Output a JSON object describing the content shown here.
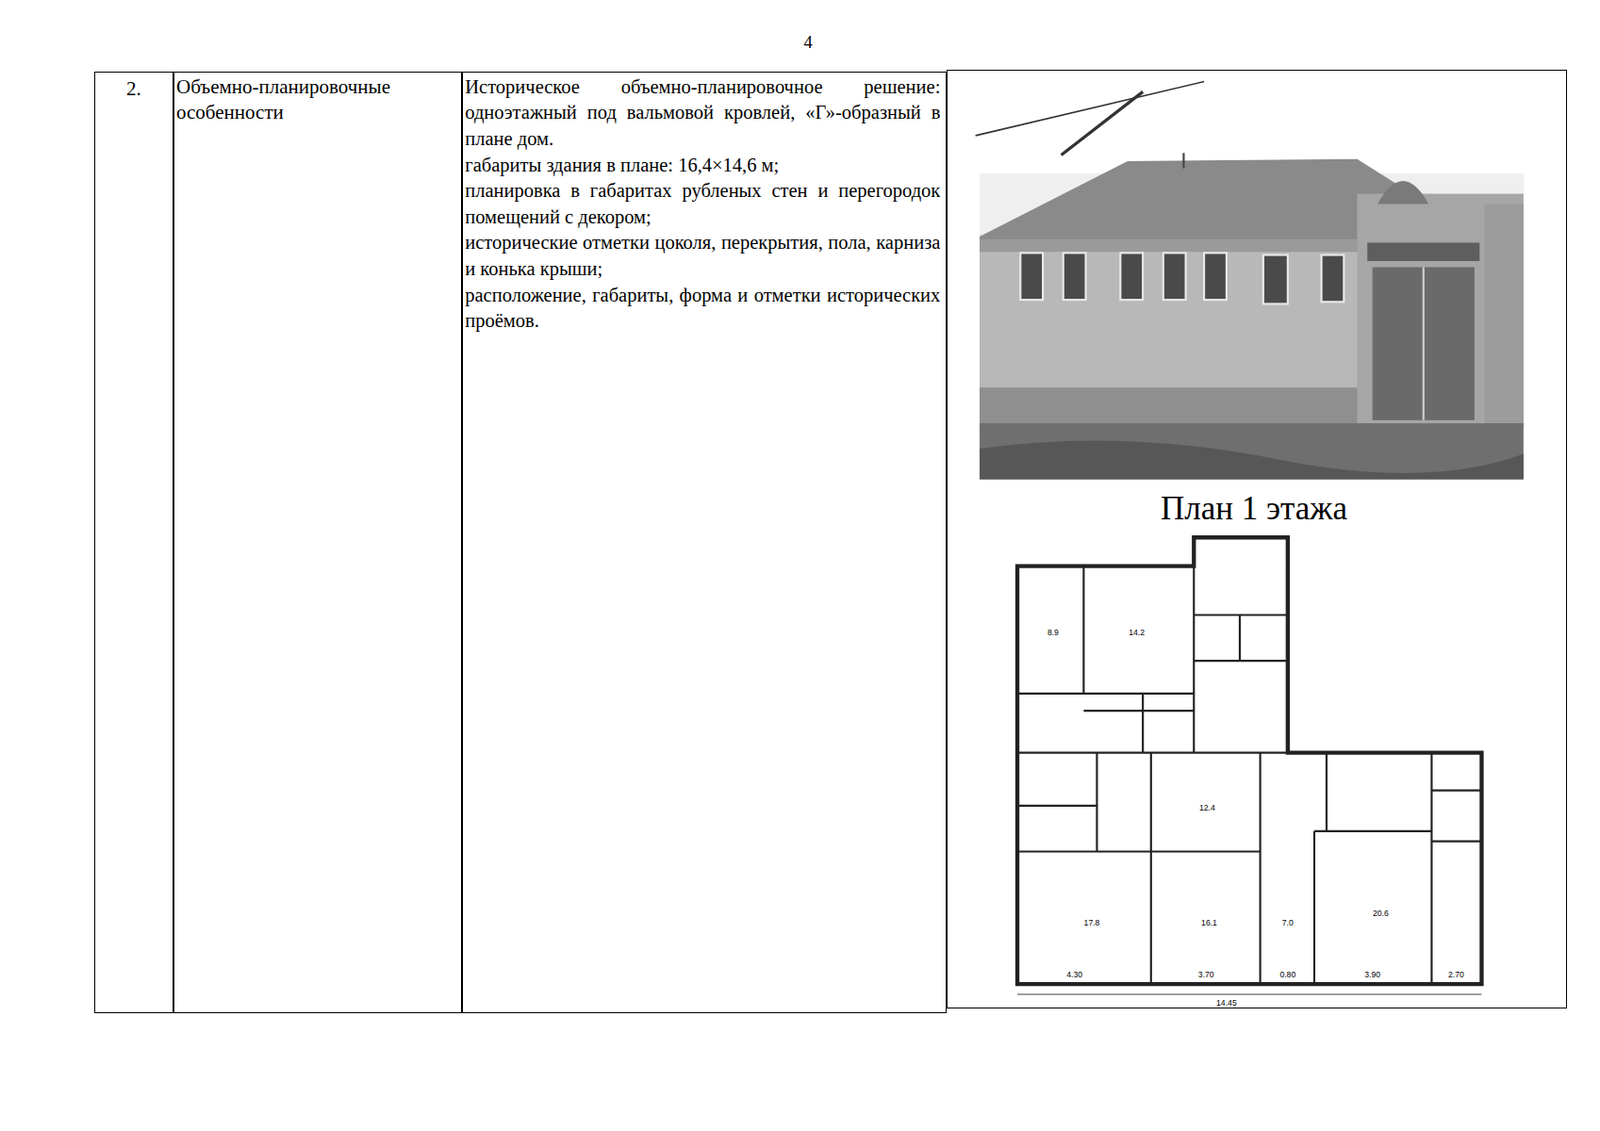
{
  "diagram": {
    "nodes": [
      {
        "text": [
          "2."
        ]
      },
      {
        "text": [
          "Объемно-планировочные особенности"
        ]
      },
      {
        "text": [
          "Историческое объемно-планировочное решение: одноэтажный под вальмовой кровлей, «Г»-образный в плане дом.",
          "габариты здания в плане: 16,4×14,6 м;",
          "планировка в габаритах рубленых стен и перегородок помещений с декором;",
          "исторические отметки цоколя, перекрытия, пола, карниза и конька крыши;",
          "расположение, габариты, форма и отметки исторических проёмов."
        ]
      },
      {
        "text": [
          "План 1 этажа"
        ]
      }
    ],
    "labels": [
      "4",
      "14.45",
      "4.30",
      "3.70",
      "0.80",
      "3.90",
      "2.70",
      "17.8",
      "16.1",
      "7.0",
      "20.6",
      "12.4",
      "14.2",
      "8.9"
    ]
  }
}
